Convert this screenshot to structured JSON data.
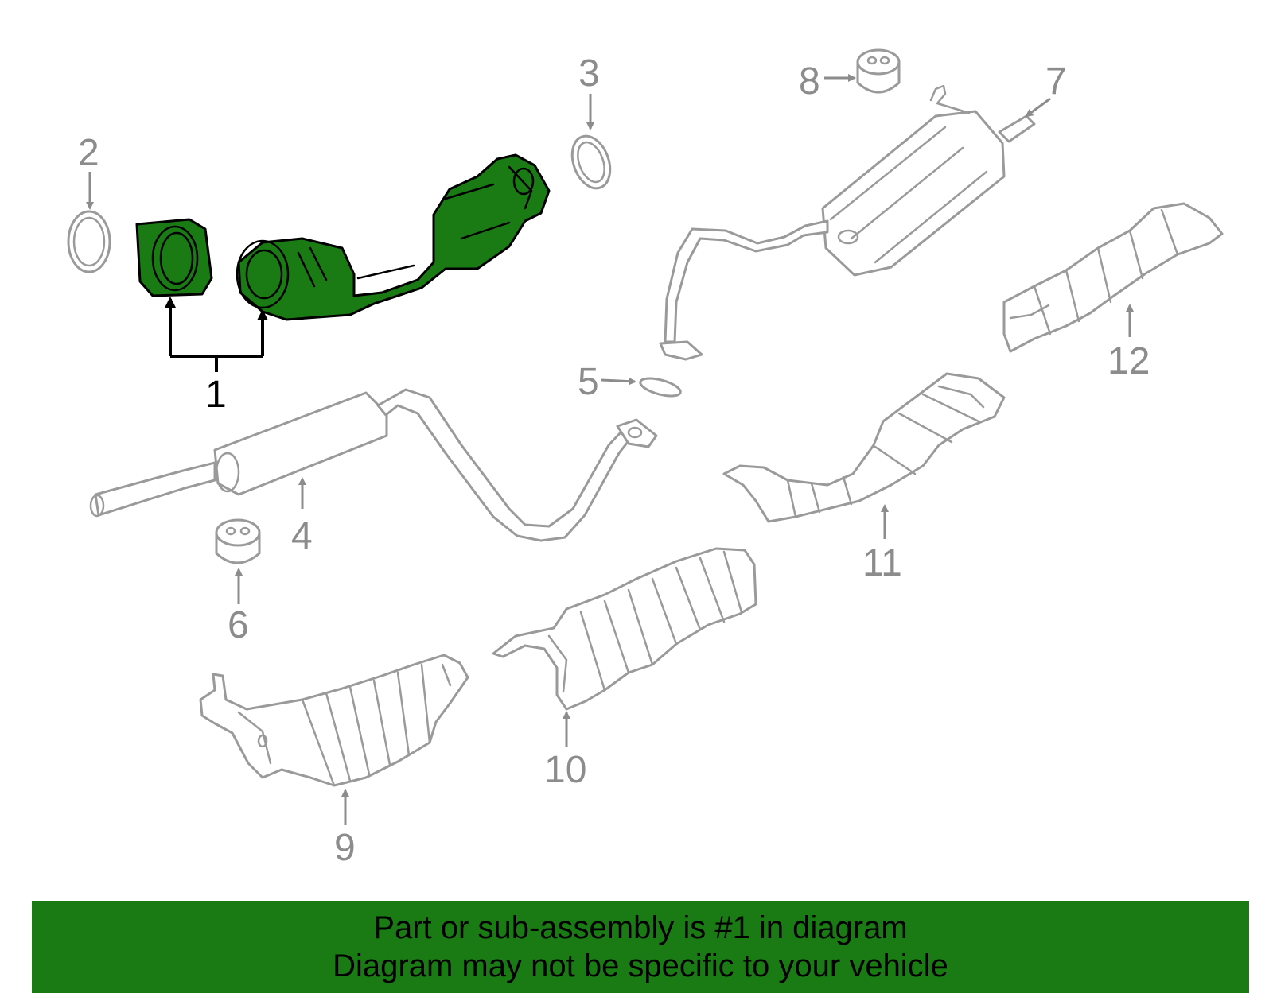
{
  "callouts": {
    "c1": "1",
    "c2": "2",
    "c3": "3",
    "c4": "4",
    "c5": "5",
    "c6": "6",
    "c7": "7",
    "c8": "8",
    "c9": "9",
    "c10": "10",
    "c11": "11",
    "c12": "12"
  },
  "banner": {
    "line1": "Part or sub-assembly is #1 in diagram",
    "line2": "Diagram may not be specific to your vehicle"
  },
  "colors": {
    "highlight": "#1a7a14",
    "line_art": "#9a9a9a",
    "callout_text": "#8c8c8c"
  }
}
